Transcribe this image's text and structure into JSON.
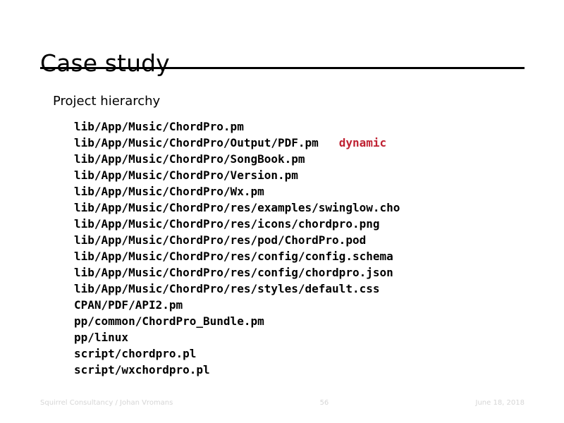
{
  "slide": {
    "title": "Case study",
    "subtitle": "Project hierarchy",
    "lines": [
      {
        "path": "lib/App/Music/ChordPro.pm",
        "note": ""
      },
      {
        "path": "lib/App/Music/ChordPro/Output/PDF.pm",
        "note": "dynamic"
      },
      {
        "path": "lib/App/Music/ChordPro/SongBook.pm",
        "note": ""
      },
      {
        "path": "lib/App/Music/ChordPro/Version.pm",
        "note": ""
      },
      {
        "path": "lib/App/Music/ChordPro/Wx.pm",
        "note": ""
      },
      {
        "path": "lib/App/Music/ChordPro/res/examples/swinglow.cho",
        "note": ""
      },
      {
        "path": "lib/App/Music/ChordPro/res/icons/chordpro.png",
        "note": ""
      },
      {
        "path": "lib/App/Music/ChordPro/res/pod/ChordPro.pod",
        "note": ""
      },
      {
        "path": "lib/App/Music/ChordPro/res/config/config.schema",
        "note": ""
      },
      {
        "path": "lib/App/Music/ChordPro/res/config/chordpro.json",
        "note": ""
      },
      {
        "path": "lib/App/Music/ChordPro/res/styles/default.css",
        "note": ""
      },
      {
        "path": "CPAN/PDF/API2.pm",
        "note": ""
      },
      {
        "path": "pp/common/ChordPro_Bundle.pm",
        "note": ""
      },
      {
        "path": "pp/linux",
        "note": ""
      },
      {
        "path": "script/chordpro.pl",
        "note": ""
      },
      {
        "path": "script/wxchordpro.pl",
        "note": ""
      }
    ]
  },
  "footer": {
    "left": "Squirrel Consultancy / Johan Vromans",
    "page": "56",
    "date": "June 18, 2018"
  },
  "colors": {
    "background": "#ffffff",
    "text": "#000000",
    "accent_note": "#bf2233",
    "footer_text": "#d6d6d6",
    "rule": "#000000"
  }
}
